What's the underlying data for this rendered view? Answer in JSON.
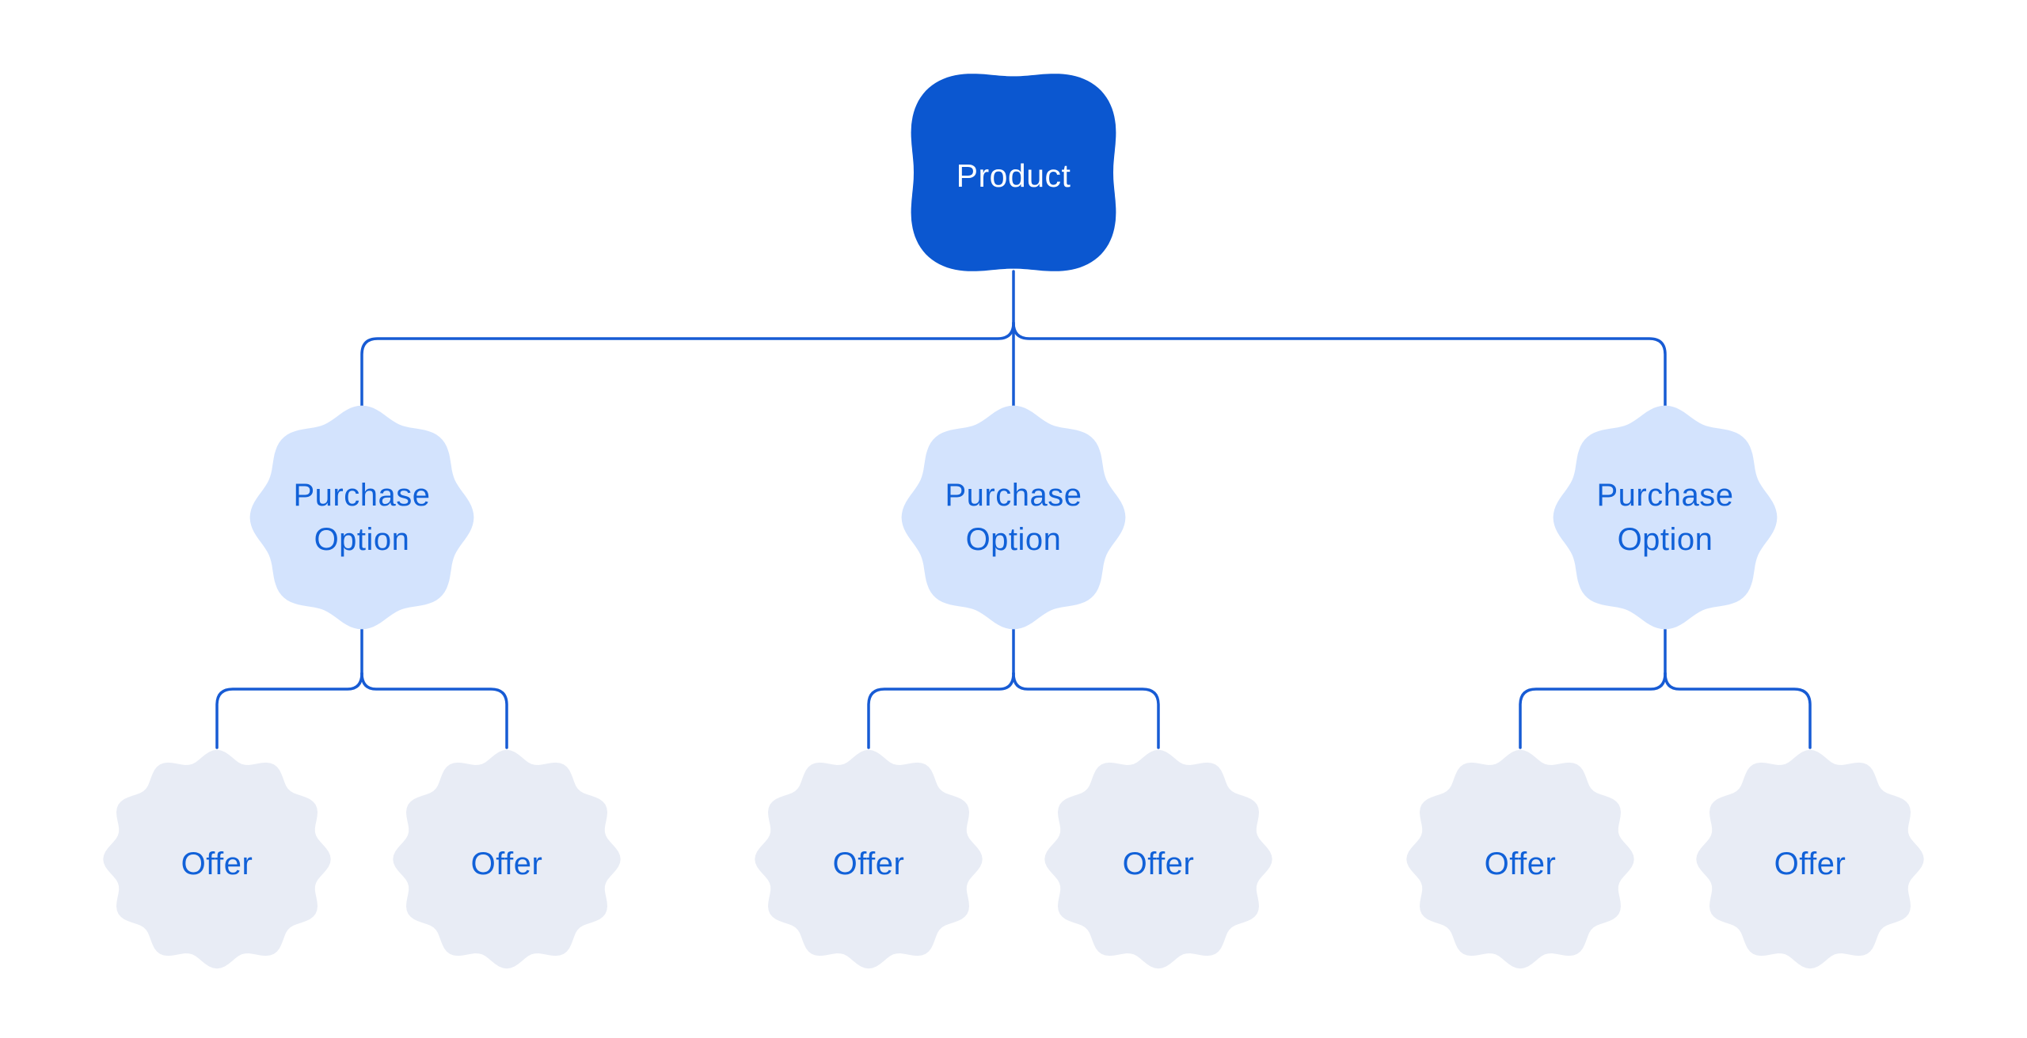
{
  "diagram": {
    "type": "tree",
    "root": {
      "id": "product",
      "label": "Product"
    },
    "children": [
      {
        "id": "purchase-option-1",
        "label_lines": [
          "Purchase",
          "Option"
        ],
        "offers": [
          {
            "label": "Offer"
          },
          {
            "label": "Offer"
          }
        ]
      },
      {
        "id": "purchase-option-2",
        "label_lines": [
          "Purchase",
          "Option"
        ],
        "offers": [
          {
            "label": "Offer"
          },
          {
            "label": "Offer"
          }
        ]
      },
      {
        "id": "purchase-option-3",
        "label_lines": [
          "Purchase",
          "Option"
        ],
        "offers": [
          {
            "label": "Offer"
          },
          {
            "label": "Offer"
          }
        ]
      }
    ]
  },
  "colors": {
    "background": "#FFFFFF",
    "product_fill": "#0B57D0",
    "product_text": "#FFFFFF",
    "purchase_option_fill": "#D3E3FD",
    "purchase_option_text": "#1161D8",
    "offer_fill": "#E8ECF5",
    "offer_text": "#1161D8",
    "connector": "#175BD4"
  }
}
